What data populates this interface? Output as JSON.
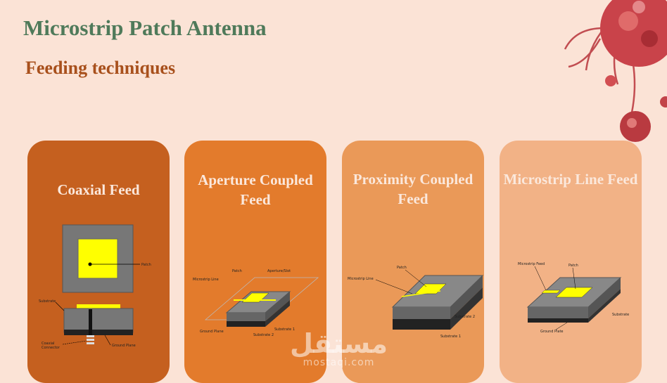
{
  "slide": {
    "title": "Microstrip Patch Antenna",
    "subtitle": "Feeding techniques"
  },
  "cards": [
    {
      "title": "Coaxial Feed",
      "color": "#c5601f",
      "labels": {
        "patch": "Patch",
        "substrate": "Substrate",
        "coaxial": "Coaxial",
        "connector": "Connector",
        "ground": "Ground Plane"
      }
    },
    {
      "title": "Aperture Coupled Feed",
      "color": "#e37b2c",
      "labels": {
        "patch": "Patch",
        "aperture": "Aperture/Slot",
        "microstrip": "Microstrip Line",
        "ground": "Ground Plane",
        "substrate1": "Substrate 1",
        "substrate2": "Substrate 2"
      }
    },
    {
      "title": "Proximity Coupled Feed",
      "color": "#ea9958",
      "labels": {
        "patch": "Patch",
        "microstrip": "Microstrip Line",
        "substrate2": "Substrate 2",
        "substrate1": "Substrate 1"
      }
    },
    {
      "title": "Microstrip Line Feed",
      "color": "#f2b286",
      "labels": {
        "feed": "Microstrip Feed",
        "patch": "Patch",
        "substrate": "Substrate",
        "ground": "Ground Plate"
      }
    }
  ],
  "watermark": {
    "arabic": "مستقل",
    "latin": "mostaqi.com"
  }
}
